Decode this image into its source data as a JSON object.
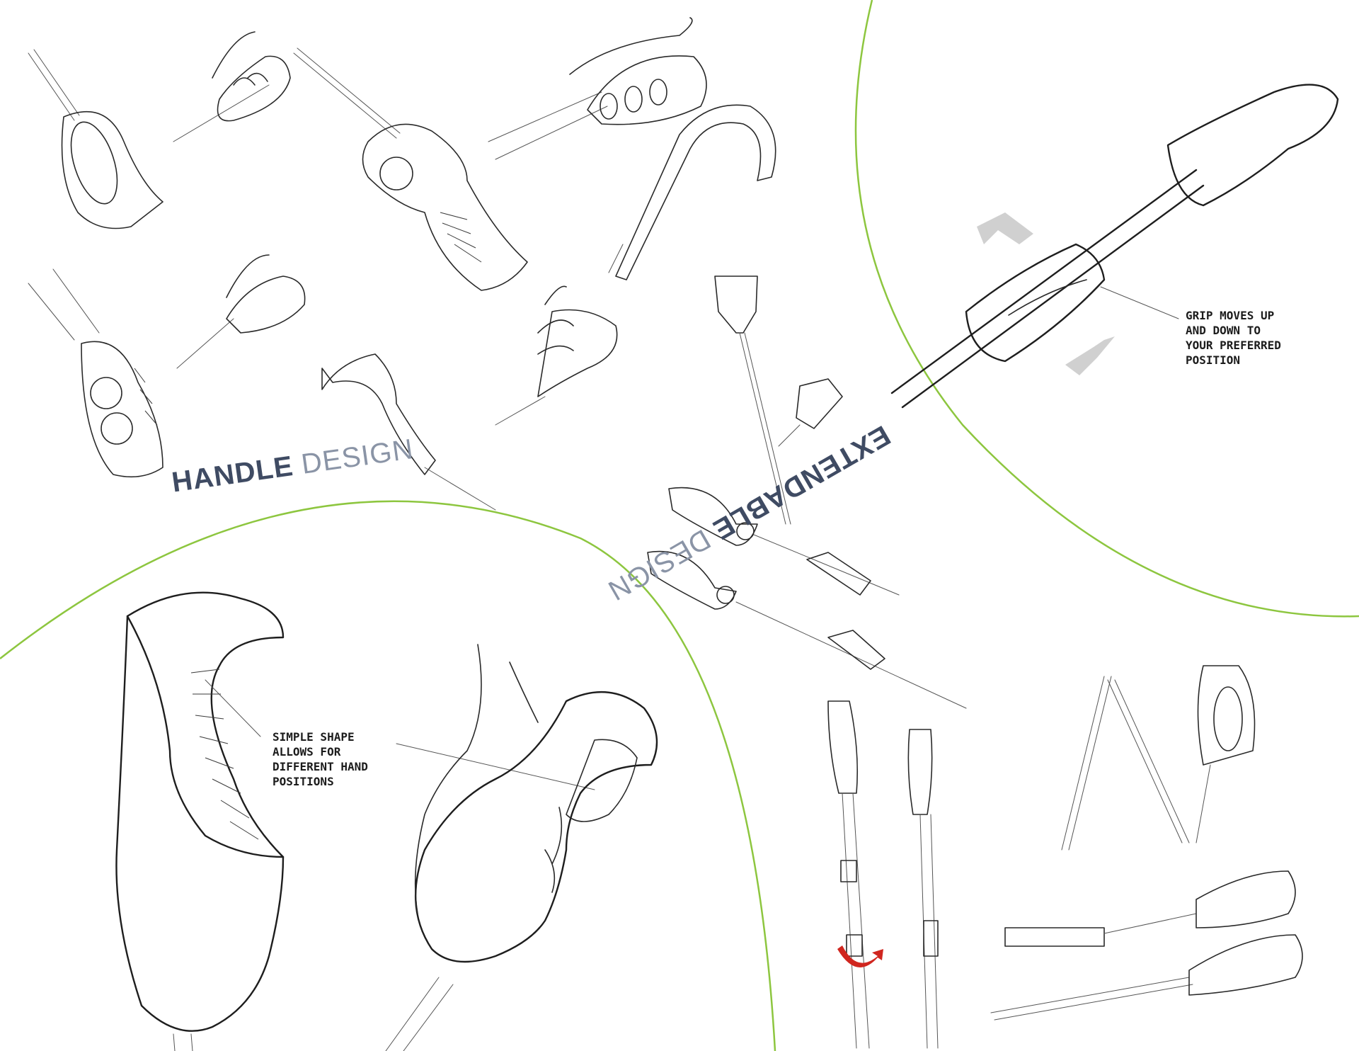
{
  "sections": {
    "handle": {
      "title_strong": "HANDLE",
      "title_light": "DESIGN",
      "color": "#3f4b63"
    },
    "extendable": {
      "title_strong": "EXTENDABLE",
      "title_light": "DESIGN",
      "color": "#3f4b63"
    }
  },
  "annotations": {
    "grip": "GRIP MOVES UP\nAND DOWN TO\nYOUR PREFERRED\nPOSITION",
    "shape": "SIMPLE SHAPE\nALLOWS FOR\nDIFFERENT HAND\nPOSITIONS"
  },
  "colors": {
    "circle_outline": "#8dc63f",
    "arrow_fill": "#d0d0d0",
    "rotate_arrow": "#d0261f",
    "ink": "#2a2a2a"
  },
  "icons": [
    "move-arrow-icon",
    "rotate-arrow-icon"
  ]
}
